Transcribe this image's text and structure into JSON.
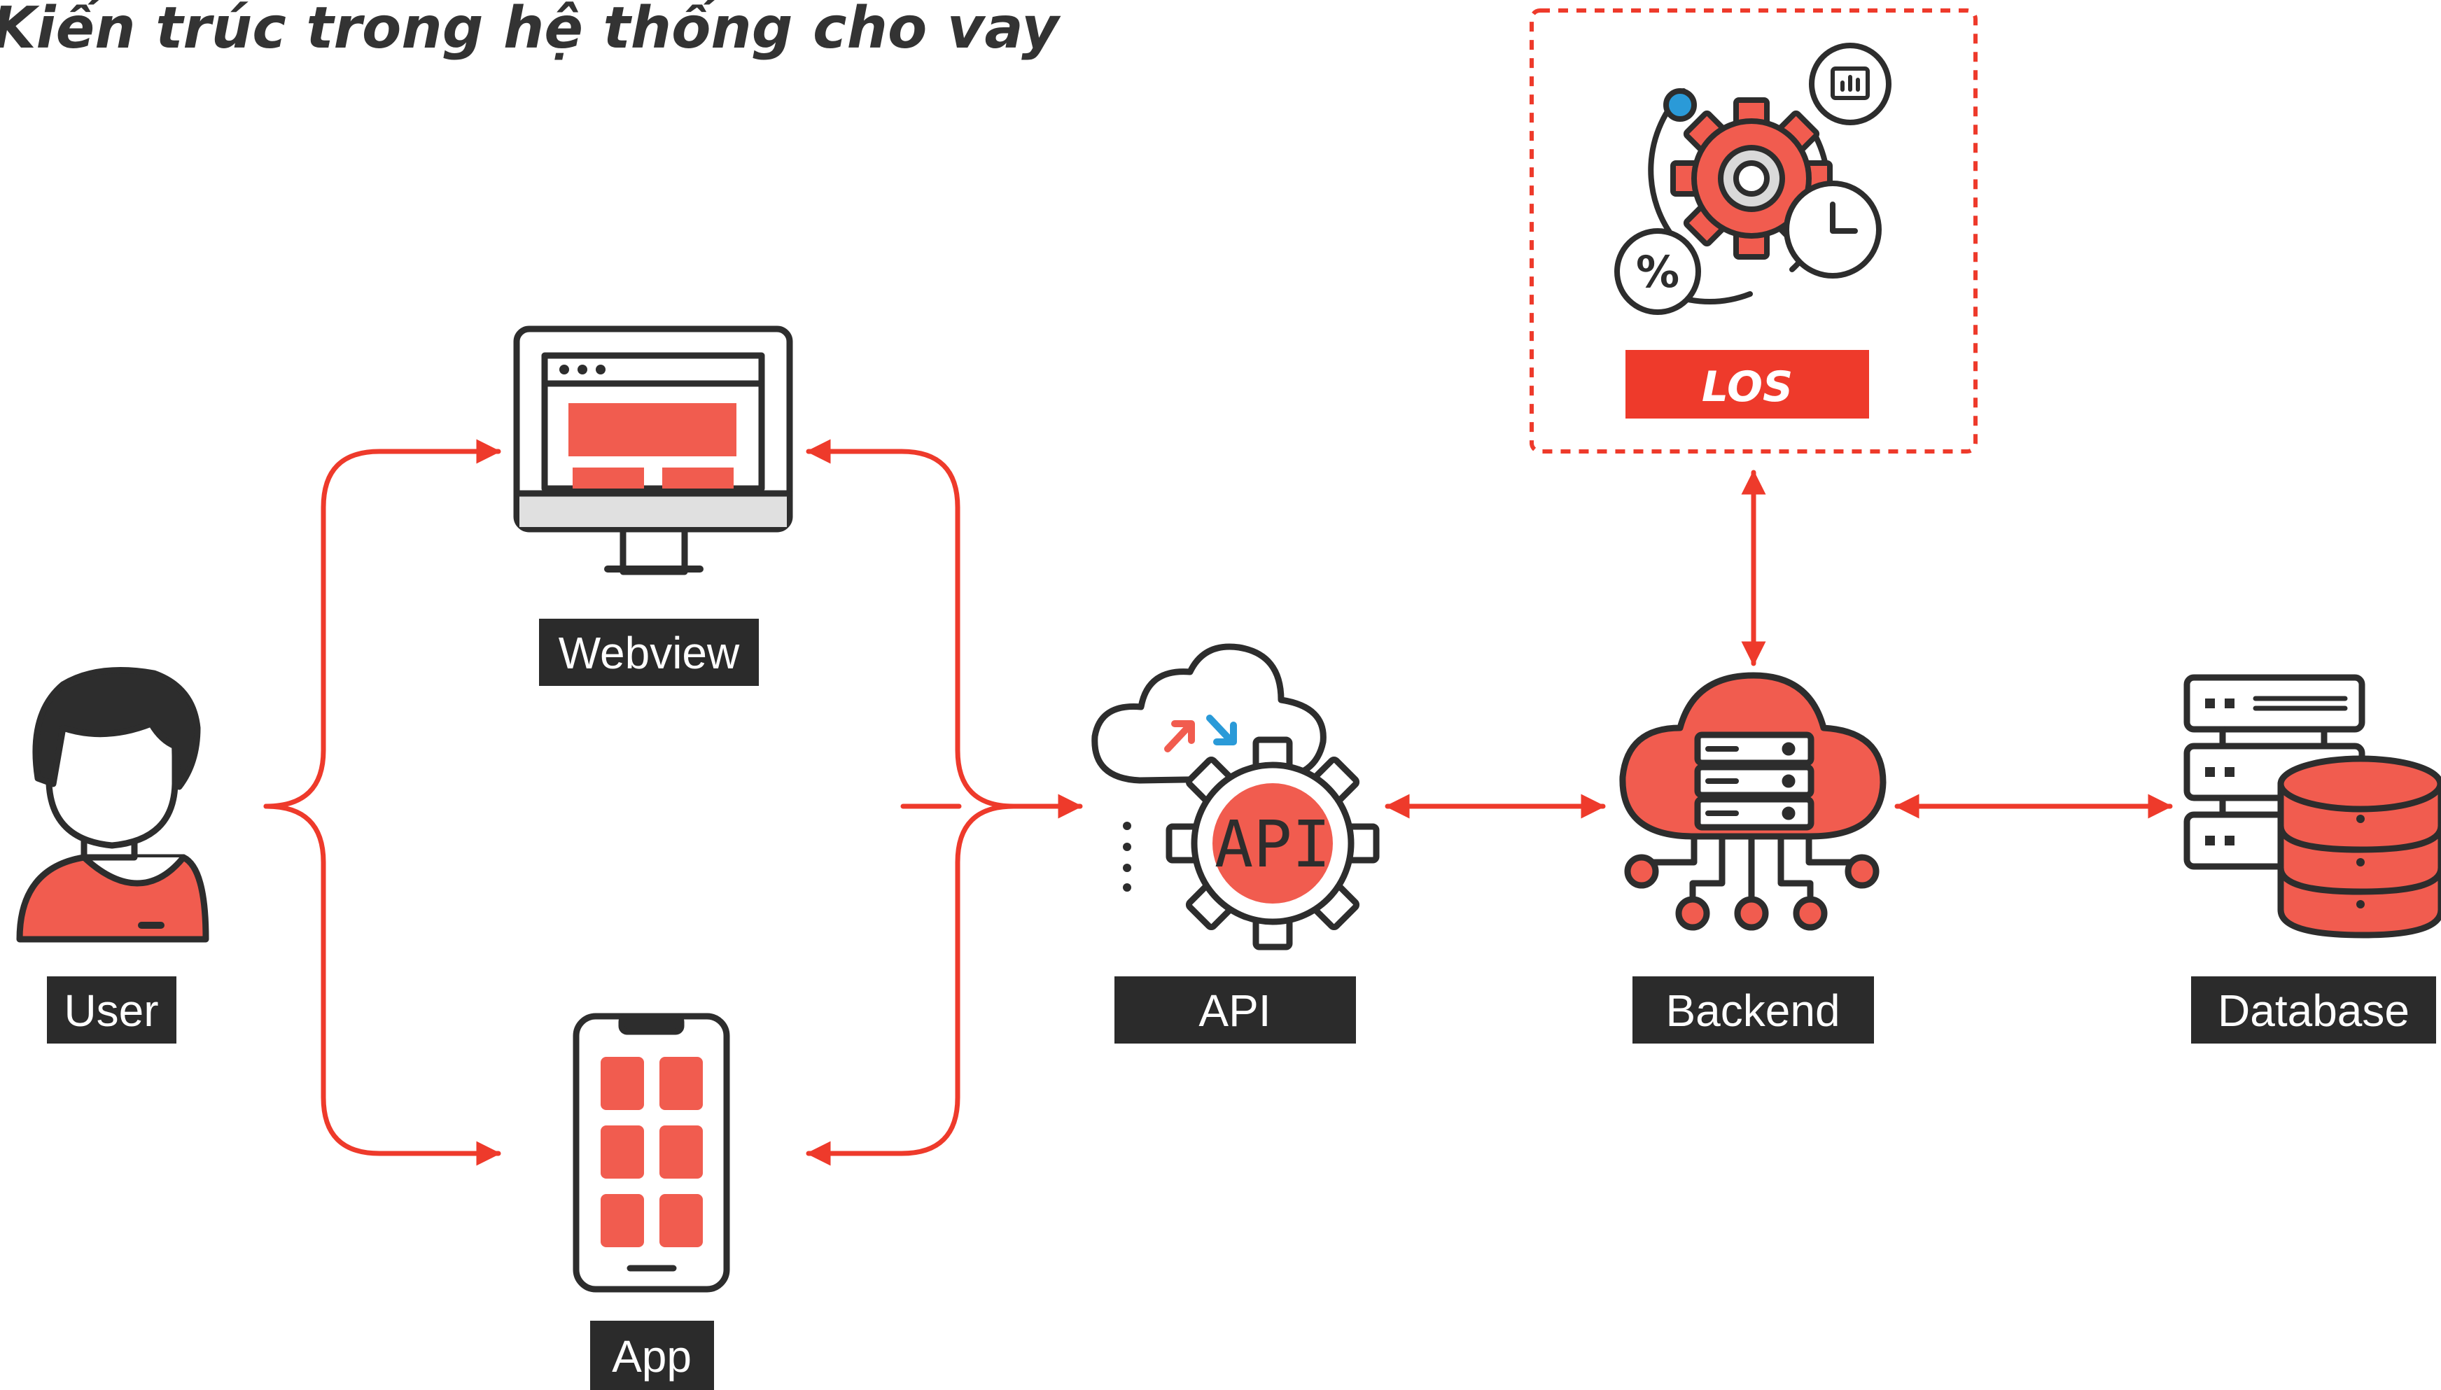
{
  "title": "Kiến trúc trong hệ thống cho vay",
  "nodes": {
    "user": "User",
    "webview": "Webview",
    "app": "App",
    "api": "API",
    "backend": "Backend",
    "database": "Database",
    "los": "LOS"
  },
  "icons": {
    "user": "user-avatar-icon",
    "webview": "desktop-monitor-icon",
    "app": "smartphone-icon",
    "api": "api-gear-cloud-icon",
    "backend": "cloud-server-network-icon",
    "database": "database-server-icon",
    "los": "loan-origination-gear-icon"
  },
  "colors": {
    "accent": "#ee3a2b",
    "icon_fill": "#f15c4f",
    "outline": "#2d2d2d",
    "label_bg": "#2b2b2b",
    "connector_blue": "#2a9ad8"
  }
}
